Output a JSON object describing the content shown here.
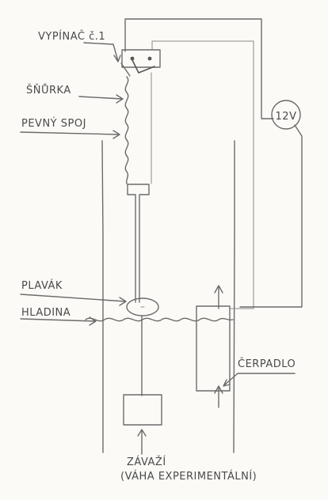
{
  "labels": {
    "switch": "VYPÍNAČ č.1",
    "string": "ŠŇŮRKA",
    "rigid_link": "PEVNÝ SPOJ",
    "battery": "12V",
    "float": "PLAVÁK",
    "water_level": "HLADINA",
    "pump": "ČERPADLO",
    "weight": "ZÁVAŽÍ",
    "weight_note": "(VÁHA EXPERIMENTÁLNÍ)"
  }
}
